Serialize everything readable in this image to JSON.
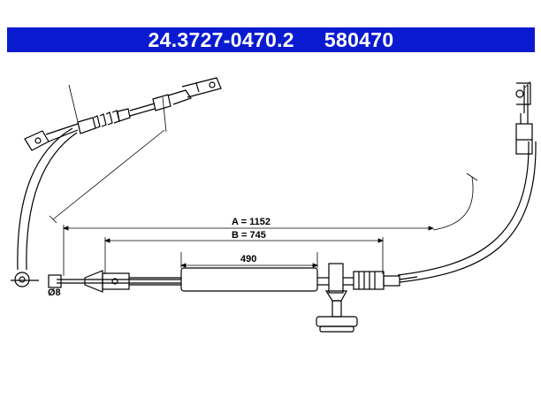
{
  "header": {
    "part_number": "24.3727-0470.2",
    "ref_number": "580470",
    "background": "#0a1ad0",
    "text_color": "#ffffff"
  },
  "dimensions": {
    "a_label": "A = 1152",
    "b_label": "B = 745",
    "sleeve_label": "490",
    "diameter_label": "Ø8"
  },
  "colors": {
    "cable": "#000000",
    "dim_line": "#000000"
  }
}
